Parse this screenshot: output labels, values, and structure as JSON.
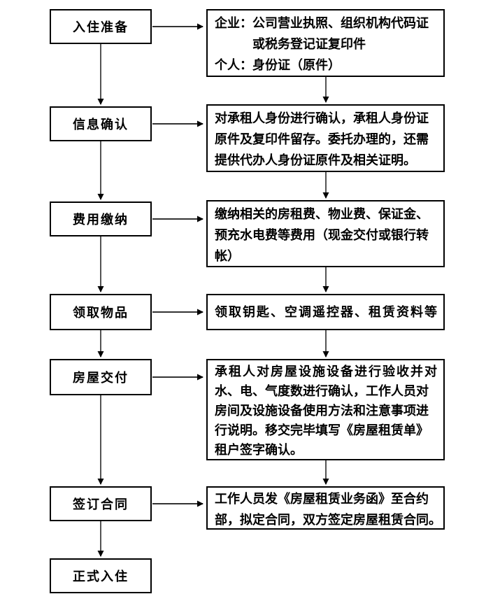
{
  "flow": {
    "steps": [
      {
        "label": "入住准备",
        "detail_lines": [
          "企业：公司营业执照、组织机构代码证",
          "或税务登记证复印件",
          "个人：身份证（原件）"
        ]
      },
      {
        "label": "信息确认",
        "detail_lines": [
          "对承租人身份进行确认，承租人身份证",
          "原件及复印件留存。委托办理的，还需",
          "提供代办人身份证原件及相关证明。"
        ]
      },
      {
        "label": "费用缴纳",
        "detail_lines": [
          "缴纳相关的房租费、物业费、保证金、",
          "预充水电费等费用（现金交付或银行转",
          "帐）"
        ]
      },
      {
        "label": "领取物品",
        "detail_lines": [
          "领取钥匙、空调遥控器、租赁资料等"
        ]
      },
      {
        "label": "房屋交付",
        "detail_lines": [
          "承租人对房屋设施设备进行验收并对",
          "水、电、气度数进行确认，工作人员对",
          "房间及设施设备使用方法和注意事项进",
          "行说明。移交完毕填写《房屋租赁单》",
          "租户签字确认。"
        ]
      },
      {
        "label": "签订合同",
        "detail_lines": [
          "工作人员发《房屋租赁业务函》至合约",
          "部，拟定合同，双方签定房屋租赁合同。"
        ]
      },
      {
        "label": "正式入住",
        "detail_lines": []
      }
    ],
    "colors": {
      "border": "#000000",
      "background": "#ffffff",
      "text": "#000000"
    }
  }
}
